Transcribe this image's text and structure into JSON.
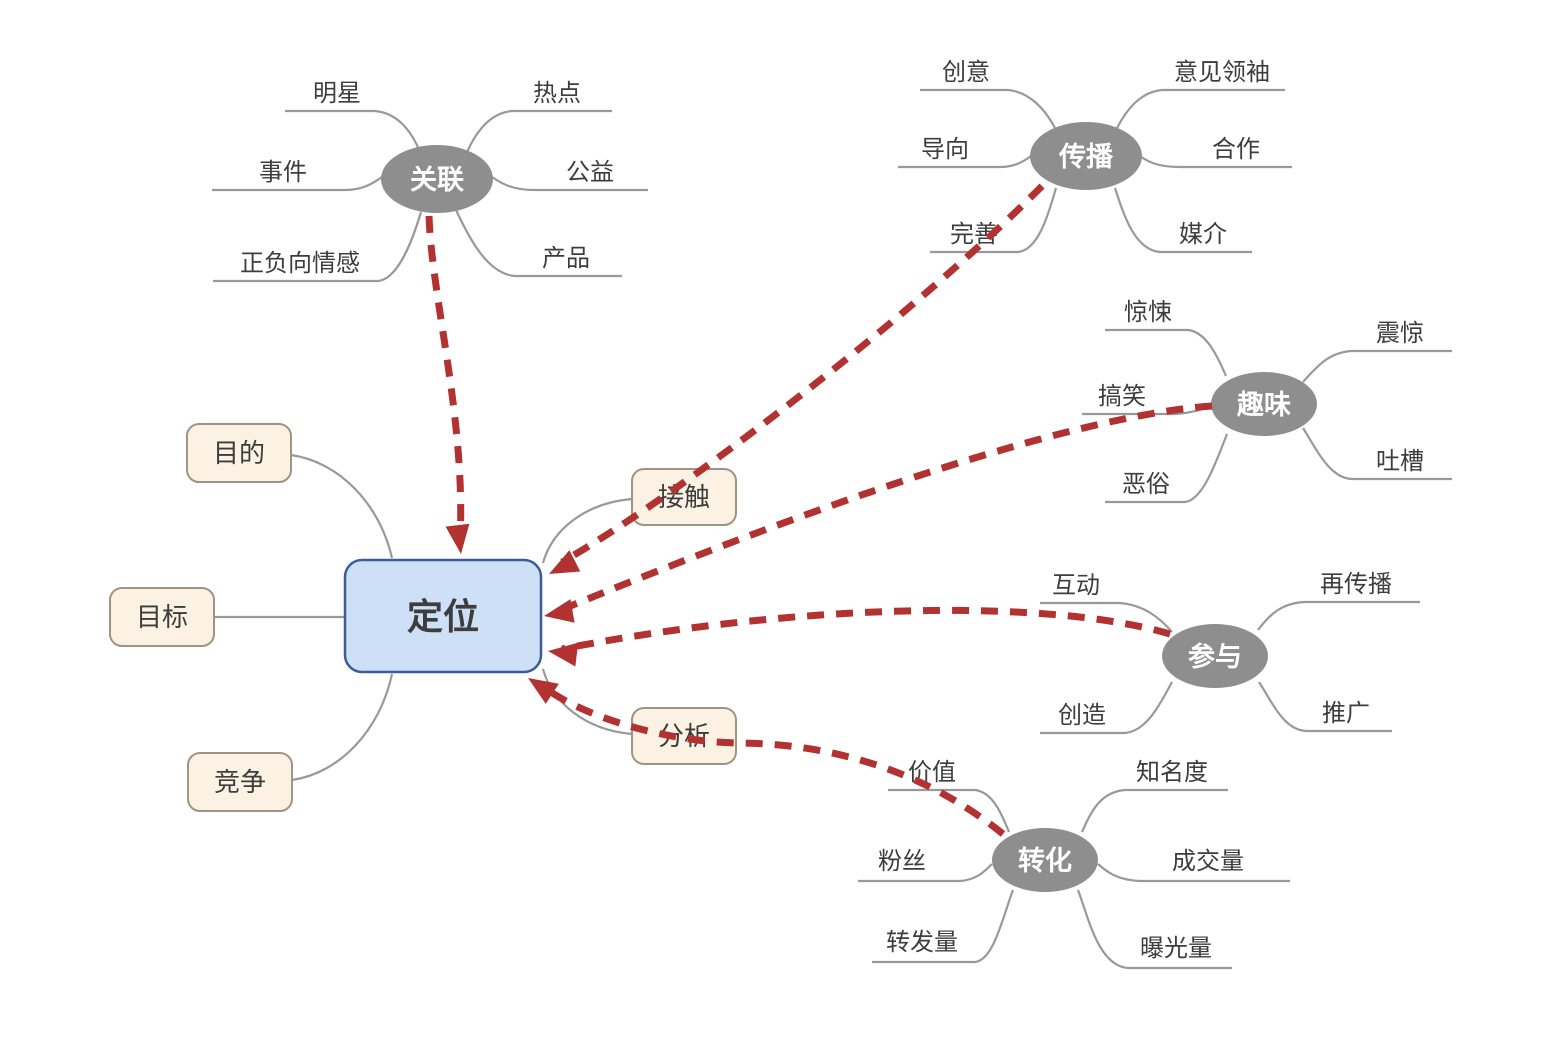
{
  "colors": {
    "center_fill": "#cde0f6",
    "center_border": "#3a5c99",
    "branch_fill": "#8e8e8e",
    "leaf_fill": "#fcf2e4",
    "leaf_border": "#a09383",
    "line": "#999999",
    "arrow": "#b23232",
    "text": "#3d3d3d"
  },
  "center": {
    "label": "定位"
  },
  "leaves": [
    "目的",
    "目标",
    "竞争",
    "接触",
    "分析"
  ],
  "branches": [
    {
      "label": "关联",
      "children": [
        "明星",
        "事件",
        "正负向情感",
        "热点",
        "公益",
        "产品"
      ]
    },
    {
      "label": "传播",
      "children": [
        "创意",
        "导向",
        "完善",
        "意见领袖",
        "合作",
        "媒介"
      ]
    },
    {
      "label": "趣味",
      "children": [
        "惊悚",
        "搞笑",
        "恶俗",
        "震惊",
        "吐槽"
      ]
    },
    {
      "label": "参与",
      "children": [
        "互动",
        "创造",
        "再传播",
        "推广"
      ]
    },
    {
      "label": "转化",
      "children": [
        "价值",
        "粉丝",
        "转发量",
        "知名度",
        "成交量",
        "曝光量"
      ]
    }
  ]
}
